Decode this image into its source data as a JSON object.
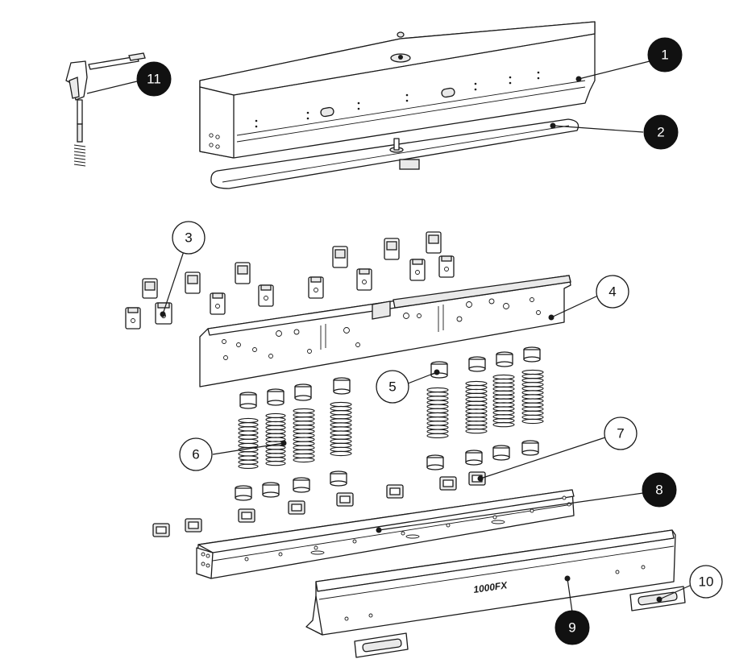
{
  "model_label": "1000FX",
  "callouts": [
    {
      "id": "1",
      "style": "dark"
    },
    {
      "id": "2",
      "style": "dark"
    },
    {
      "id": "3",
      "style": "light"
    },
    {
      "id": "4",
      "style": "light"
    },
    {
      "id": "5",
      "style": "light"
    },
    {
      "id": "6",
      "style": "light"
    },
    {
      "id": "7",
      "style": "light"
    },
    {
      "id": "8",
      "style": "dark"
    },
    {
      "id": "9",
      "style": "dark"
    },
    {
      "id": "10",
      "style": "light"
    },
    {
      "id": "11",
      "style": "dark"
    }
  ]
}
